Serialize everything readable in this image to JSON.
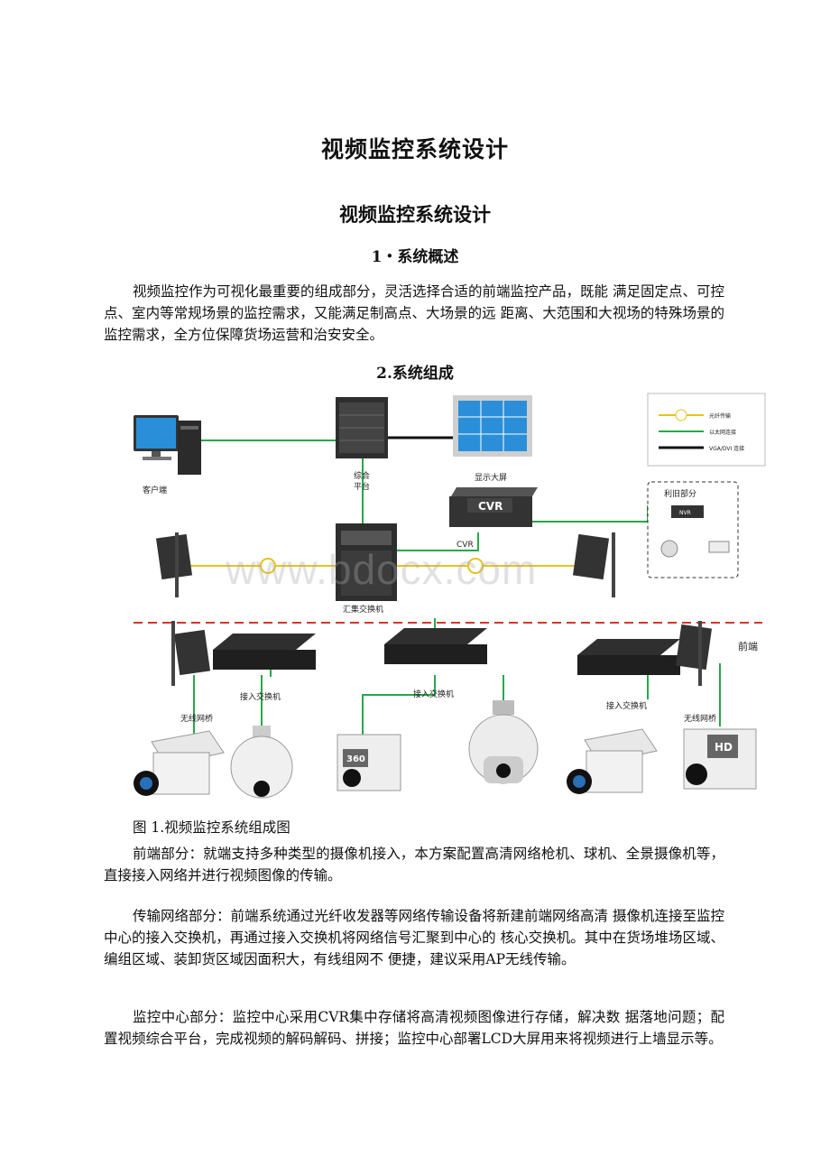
{
  "document": {
    "main_title": "视频监控系统设计",
    "sub_title": "视频监控系统设计",
    "section1_heading": "1・系统概述",
    "section1_text": "视频监控作为可视化最重要的组成部分，灵活选择合适的前端监控产品，既能 满足固定点、可控点、室内等常规场景的监控需求，又能满足制高点、大场景的远 距离、大范围和大视场的特殊场景的监控需求，全方位保障货场运营和治安安全。",
    "section2_heading": "2.系统组成",
    "figure_caption": "图 1.视频监控系统组成图",
    "para_frontend": "前端部分：就端支持多种类型的摄像机接入，本方案配置高清网络枪机、球机、全景摄像机等，直接接入网络并进行视频图像的传输。",
    "para_network": "传输网络部分：前端系统通过光纤收发器等网络传输设备将新建前端网络高清 摄像机连接至监控中心的接入交换机，再通过接入交换机将网络信号汇聚到中心的 核心交换机。其中在货场堆场区域、编组区域、装卸货区域因面积大，有线组网不 便捷，建议采用AP无线传输。",
    "para_center": "监控中心部分：监控中心采用CVR集中存储将高清视频图像进行存储，解决数 据落地问题；配置视频综合平台，完成视频的解码解码、拼接；监控中心部署LCD大屏用来将视频进行上墙显示等。",
    "watermark": "www.bdocx.com"
  },
  "diagram": {
    "client": "客户端",
    "platform": "综合\n平台",
    "screen": "显示大屏",
    "cvr_box": "CVR",
    "cvr_label": "CVR",
    "agg_switch": "汇集交换机",
    "reuse_section": "利旧部分",
    "nvr": "NVR",
    "frontend": "前端",
    "access_switch": "接入交换机",
    "wireless_bridge": "无线网桥",
    "badge_360": "360",
    "badge_hd": "HD",
    "legend": [
      "光纤传输",
      "以太网连接",
      "VGA/DVI 连接"
    ],
    "colors": {
      "fiber": "#e7c21c",
      "ethernet": "#27a84a",
      "vga": "#111111",
      "dashed": "#d6362a",
      "screen": "#2a8fd8"
    }
  }
}
